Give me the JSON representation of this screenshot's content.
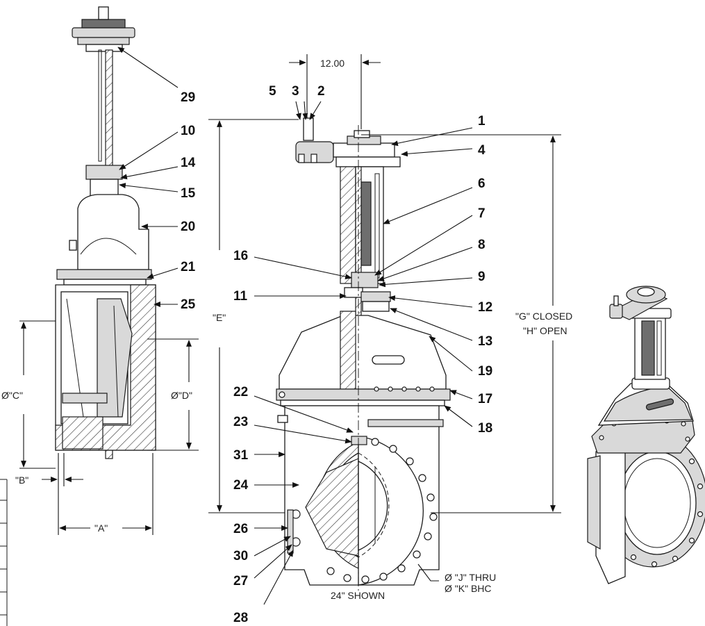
{
  "callouts": {
    "n1": "1",
    "n2": "2",
    "n3": "3",
    "n4": "4",
    "n5": "5",
    "n6": "6",
    "n7": "7",
    "n8": "8",
    "n9": "9",
    "n10": "10",
    "n11": "11",
    "n12": "12",
    "n13": "13",
    "n14": "14",
    "n15": "15",
    "n16": "16",
    "n17": "17",
    "n18": "18",
    "n19": "19",
    "n20": "20",
    "n21": "21",
    "n22": "22",
    "n23": "23",
    "n24": "24",
    "n25": "25",
    "n26": "26",
    "n27": "27",
    "n28": "28",
    "n29": "29",
    "n30": "30",
    "n31": "31"
  },
  "dimensions": {
    "offset": "12.00",
    "a": "\"A\"",
    "b": "\"B\"",
    "c": "Ø\"C\"",
    "d": "Ø\"D\"",
    "e": "\"E\"",
    "g_closed": "\"G\" CLOSED",
    "h_open": "\"H\" OPEN",
    "j_thru": "Ø \"J\" THRU",
    "k_bhc": "Ø \"K\" BHC",
    "size_shown": "24\" SHOWN"
  }
}
